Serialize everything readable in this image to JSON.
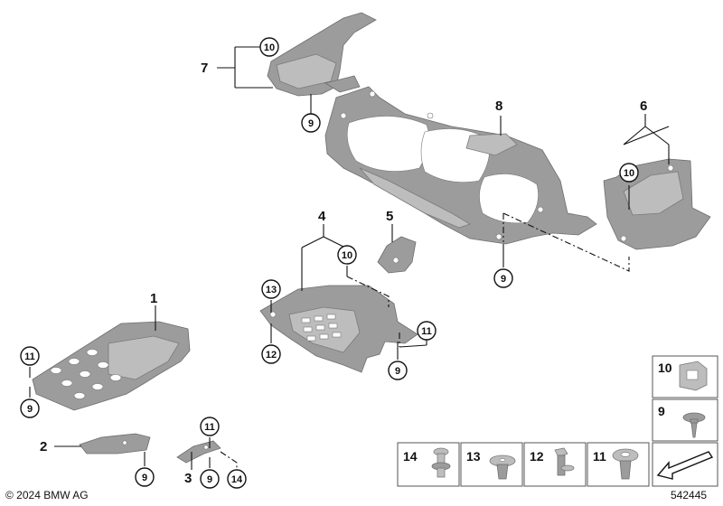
{
  "callouts": {
    "c1": "1",
    "c2": "2",
    "c3": "3",
    "c4": "4",
    "c5": "5",
    "c6": "6",
    "c7": "7",
    "c8": "8",
    "r10_top": "10",
    "r9_top": "9",
    "r10_right": "10",
    "r9_mid": "9",
    "r10_center": "10",
    "r13": "13",
    "r12": "12",
    "r11_center": "11",
    "r9_center": "9",
    "r11_left": "11",
    "r9_left": "9",
    "r9_part2": "9",
    "r11_part3": "11",
    "r9_part3": "9",
    "r14_part3": "14"
  },
  "legend": {
    "n10": "10",
    "n9": "9",
    "n14": "14",
    "n13": "13",
    "n12": "12",
    "n11": "11"
  },
  "footer": {
    "copyright": "© 2024 BMW AG",
    "diagram_number": "542445"
  },
  "colors": {
    "part": "#9c9c9c",
    "part_light": "#bdbdbd",
    "line": "#111111"
  }
}
